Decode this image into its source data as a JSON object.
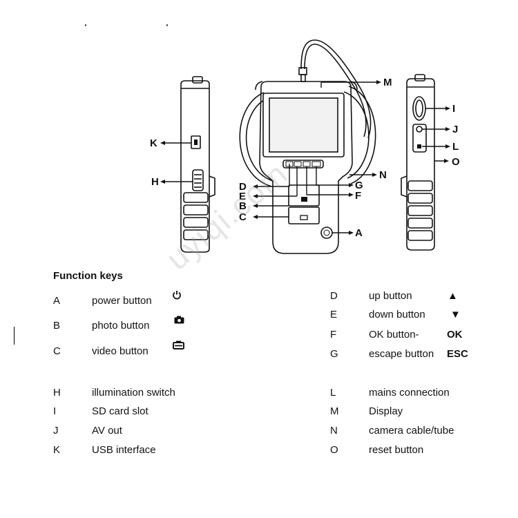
{
  "callouts": {
    "M": "M",
    "K": "K",
    "H": "H",
    "I": "I",
    "J": "J",
    "L": "L",
    "O": "O",
    "N": "N",
    "D": "D",
    "E": "E",
    "B": "B",
    "C": "C",
    "G": "G",
    "F": "F",
    "A": "A"
  },
  "heading": "Function keys",
  "left_keys": [
    {
      "letter": "A",
      "desc": "power button",
      "icon": "power-icon"
    },
    {
      "letter": "B",
      "desc": "photo button",
      "icon": "camera-icon"
    },
    {
      "letter": "C",
      "desc": "video button",
      "icon": "video-icon"
    },
    {
      "letter": "H",
      "desc": "illumination switch"
    },
    {
      "letter": "I",
      "desc": "SD card slot"
    },
    {
      "letter": "J",
      "desc": "AV out"
    },
    {
      "letter": "K",
      "desc": "USB interface"
    }
  ],
  "right_keys": [
    {
      "letter": "D",
      "desc": "up button",
      "symbol": "▲"
    },
    {
      "letter": "E",
      "desc": "down button",
      "symbol": "▼"
    },
    {
      "letter": "F",
      "desc": "OK button-",
      "symbol": "OK"
    },
    {
      "letter": "G",
      "desc": "escape button",
      "symbol": "ESC"
    },
    {
      "letter": "L",
      "desc": "mains connection"
    },
    {
      "letter": "M",
      "desc": "Display"
    },
    {
      "letter": "N",
      "desc": "camera cable/tube"
    },
    {
      "letter": "O",
      "desc": "reset button"
    }
  ],
  "watermark": "uyiqi.com",
  "colors": {
    "ink": "#111111",
    "screen": "#f2f2f2"
  }
}
